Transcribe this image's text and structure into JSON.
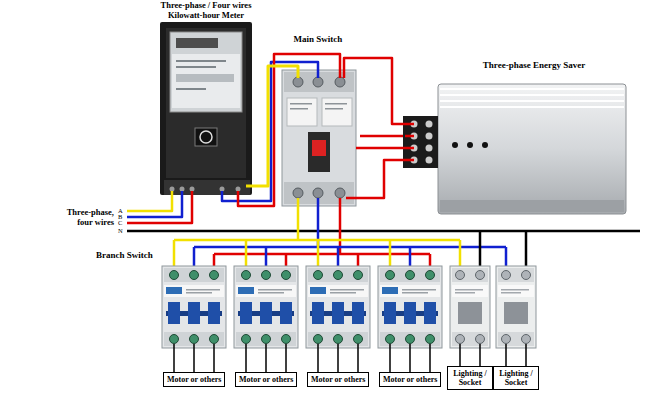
{
  "diagram": {
    "nodes": [
      {
        "text": [
          "Three-phase / Four wires Kilowatt-hour Meter"
        ]
      },
      {
        "text": [
          "Main Switch"
        ]
      },
      {
        "text": [
          "Three-phase Energy Saver"
        ]
      },
      {
        "text": [
          "Motor or others"
        ]
      },
      {
        "text": [
          "Motor or others"
        ]
      },
      {
        "text": [
          "Motor or others"
        ]
      },
      {
        "text": [
          "Motor or others"
        ]
      },
      {
        "text": [
          "Lighting / Socket"
        ]
      },
      {
        "text": [
          "Lighting / Socket"
        ]
      }
    ],
    "edges": [
      {
        "from": 0,
        "to": 1,
        "arrow": "none"
      },
      {
        "from": 1,
        "to": 2,
        "arrow": "none"
      }
    ],
    "labels": [
      "Three-phase, four wires",
      "A",
      "B",
      "C",
      "N",
      "Branch Switch"
    ]
  }
}
